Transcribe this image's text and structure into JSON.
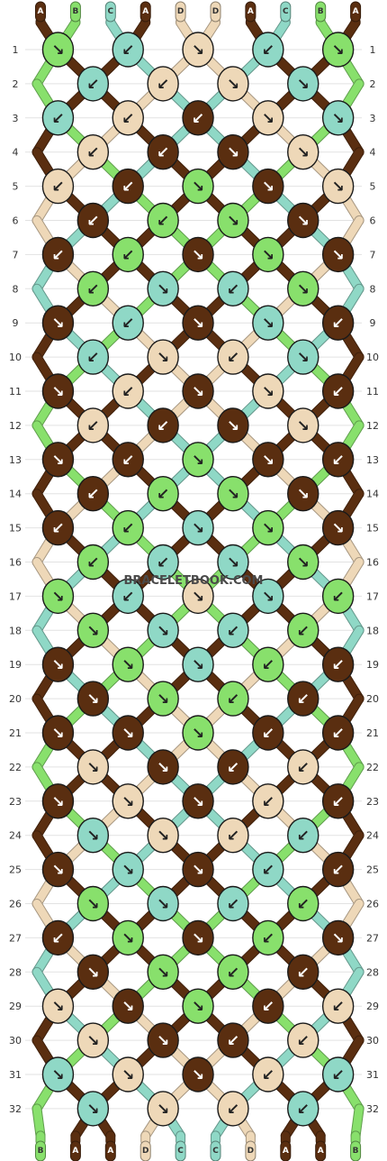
{
  "watermark": "BRACELETBOOK.COM",
  "colors": {
    "A": "#5a2e10",
    "B": "#88e06c",
    "C": "#8fd8c6",
    "D": "#eed8b8"
  },
  "strands": [
    "A",
    "B",
    "C",
    "A",
    "D",
    "D",
    "A",
    "C",
    "B",
    "A"
  ],
  "row_count": 32,
  "knot_rows": [
    {
      "row": 1,
      "knots": [
        {
          "color": "B",
          "dir": "↘"
        },
        {
          "color": "C",
          "dir": "↙"
        },
        {
          "color": "D",
          "dir": "↘"
        },
        {
          "color": "C",
          "dir": "↙"
        },
        {
          "color": "B",
          "dir": "↘"
        }
      ]
    },
    {
      "row": 2,
      "knots": [
        {
          "color": "C",
          "dir": "↙"
        },
        {
          "color": "D",
          "dir": "↙"
        },
        {
          "color": "D",
          "dir": "↘"
        },
        {
          "color": "C",
          "dir": "↘"
        }
      ]
    },
    {
      "row": 3,
      "knots": [
        {
          "color": "C",
          "dir": "↙"
        },
        {
          "color": "D",
          "dir": "↙"
        },
        {
          "color": "A",
          "dir": "↙"
        },
        {
          "color": "D",
          "dir": "↘"
        },
        {
          "color": "C",
          "dir": "↘"
        }
      ]
    },
    {
      "row": 4,
      "knots": [
        {
          "color": "D",
          "dir": "↙"
        },
        {
          "color": "A",
          "dir": "↙"
        },
        {
          "color": "A",
          "dir": "↘"
        },
        {
          "color": "D",
          "dir": "↘"
        }
      ]
    },
    {
      "row": 5,
      "knots": [
        {
          "color": "D",
          "dir": "↙"
        },
        {
          "color": "A",
          "dir": "↙"
        },
        {
          "color": "B",
          "dir": "↘"
        },
        {
          "color": "A",
          "dir": "↘"
        },
        {
          "color": "D",
          "dir": "↘"
        }
      ]
    },
    {
      "row": 6,
      "knots": [
        {
          "color": "A",
          "dir": "↙"
        },
        {
          "color": "B",
          "dir": "↙"
        },
        {
          "color": "B",
          "dir": "↘"
        },
        {
          "color": "A",
          "dir": "↘"
        }
      ]
    },
    {
      "row": 7,
      "knots": [
        {
          "color": "A",
          "dir": "↙"
        },
        {
          "color": "B",
          "dir": "↙"
        },
        {
          "color": "A",
          "dir": "↘"
        },
        {
          "color": "B",
          "dir": "↘"
        },
        {
          "color": "A",
          "dir": "↘"
        }
      ]
    },
    {
      "row": 8,
      "knots": [
        {
          "color": "B",
          "dir": "↙"
        },
        {
          "color": "C",
          "dir": "↘"
        },
        {
          "color": "C",
          "dir": "↙"
        },
        {
          "color": "B",
          "dir": "↘"
        }
      ]
    },
    {
      "row": 9,
      "knots": [
        {
          "color": "A",
          "dir": "↘"
        },
        {
          "color": "C",
          "dir": "↙"
        },
        {
          "color": "A",
          "dir": "↘"
        },
        {
          "color": "C",
          "dir": "↘"
        },
        {
          "color": "A",
          "dir": "↙"
        }
      ]
    },
    {
      "row": 10,
      "knots": [
        {
          "color": "C",
          "dir": "↙"
        },
        {
          "color": "D",
          "dir": "↘"
        },
        {
          "color": "D",
          "dir": "↙"
        },
        {
          "color": "C",
          "dir": "↘"
        }
      ]
    },
    {
      "row": 11,
      "knots": [
        {
          "color": "A",
          "dir": "↘"
        },
        {
          "color": "D",
          "dir": "↙"
        },
        {
          "color": "A",
          "dir": "↘"
        },
        {
          "color": "D",
          "dir": "↘"
        },
        {
          "color": "A",
          "dir": "↙"
        }
      ]
    },
    {
      "row": 12,
      "knots": [
        {
          "color": "D",
          "dir": "↙"
        },
        {
          "color": "A",
          "dir": "↙"
        },
        {
          "color": "A",
          "dir": "↘"
        },
        {
          "color": "D",
          "dir": "↘"
        }
      ]
    },
    {
      "row": 13,
      "knots": [
        {
          "color": "A",
          "dir": "↘"
        },
        {
          "color": "A",
          "dir": "↙"
        },
        {
          "color": "B",
          "dir": "↘"
        },
        {
          "color": "A",
          "dir": "↘"
        },
        {
          "color": "A",
          "dir": "↙"
        }
      ]
    },
    {
      "row": 14,
      "knots": [
        {
          "color": "A",
          "dir": "↙"
        },
        {
          "color": "B",
          "dir": "↙"
        },
        {
          "color": "B",
          "dir": "↘"
        },
        {
          "color": "A",
          "dir": "↘"
        }
      ]
    },
    {
      "row": 15,
      "knots": [
        {
          "color": "A",
          "dir": "↙"
        },
        {
          "color": "B",
          "dir": "↙"
        },
        {
          "color": "C",
          "dir": "↘"
        },
        {
          "color": "B",
          "dir": "↘"
        },
        {
          "color": "A",
          "dir": "↘"
        }
      ]
    },
    {
      "row": 16,
      "knots": [
        {
          "color": "B",
          "dir": "↙"
        },
        {
          "color": "C",
          "dir": "↙"
        },
        {
          "color": "C",
          "dir": "↘"
        },
        {
          "color": "B",
          "dir": "↘"
        }
      ]
    },
    {
      "row": 17,
      "knots": [
        {
          "color": "B",
          "dir": "↘"
        },
        {
          "color": "C",
          "dir": "↙"
        },
        {
          "color": "D",
          "dir": "↘"
        },
        {
          "color": "C",
          "dir": "↘"
        },
        {
          "color": "B",
          "dir": "↙"
        }
      ]
    },
    {
      "row": 18,
      "knots": [
        {
          "color": "B",
          "dir": "↘"
        },
        {
          "color": "C",
          "dir": "↘"
        },
        {
          "color": "C",
          "dir": "↙"
        },
        {
          "color": "B",
          "dir": "↙"
        }
      ]
    },
    {
      "row": 19,
      "knots": [
        {
          "color": "A",
          "dir": "↘"
        },
        {
          "color": "B",
          "dir": "↘"
        },
        {
          "color": "C",
          "dir": "↘"
        },
        {
          "color": "B",
          "dir": "↙"
        },
        {
          "color": "A",
          "dir": "↙"
        }
      ]
    },
    {
      "row": 20,
      "knots": [
        {
          "color": "A",
          "dir": "↘"
        },
        {
          "color": "B",
          "dir": "↘"
        },
        {
          "color": "B",
          "dir": "↙"
        },
        {
          "color": "A",
          "dir": "↙"
        }
      ]
    },
    {
      "row": 21,
      "knots": [
        {
          "color": "A",
          "dir": "↘"
        },
        {
          "color": "A",
          "dir": "↘"
        },
        {
          "color": "B",
          "dir": "↘"
        },
        {
          "color": "A",
          "dir": "↙"
        },
        {
          "color": "A",
          "dir": "↙"
        }
      ]
    },
    {
      "row": 22,
      "knots": [
        {
          "color": "D",
          "dir": "↘"
        },
        {
          "color": "A",
          "dir": "↘"
        },
        {
          "color": "A",
          "dir": "↙"
        },
        {
          "color": "D",
          "dir": "↙"
        }
      ]
    },
    {
      "row": 23,
      "knots": [
        {
          "color": "A",
          "dir": "↘"
        },
        {
          "color": "D",
          "dir": "↘"
        },
        {
          "color": "A",
          "dir": "↘"
        },
        {
          "color": "D",
          "dir": "↙"
        },
        {
          "color": "A",
          "dir": "↙"
        }
      ]
    },
    {
      "row": 24,
      "knots": [
        {
          "color": "C",
          "dir": "↘"
        },
        {
          "color": "D",
          "dir": "↘"
        },
        {
          "color": "D",
          "dir": "↙"
        },
        {
          "color": "C",
          "dir": "↙"
        }
      ]
    },
    {
      "row": 25,
      "knots": [
        {
          "color": "A",
          "dir": "↘"
        },
        {
          "color": "C",
          "dir": "↘"
        },
        {
          "color": "A",
          "dir": "↘"
        },
        {
          "color": "C",
          "dir": "↙"
        },
        {
          "color": "A",
          "dir": "↙"
        }
      ]
    },
    {
      "row": 26,
      "knots": [
        {
          "color": "B",
          "dir": "↘"
        },
        {
          "color": "C",
          "dir": "↘"
        },
        {
          "color": "C",
          "dir": "↙"
        },
        {
          "color": "B",
          "dir": "↙"
        }
      ]
    },
    {
      "row": 27,
      "knots": [
        {
          "color": "A",
          "dir": "↙"
        },
        {
          "color": "B",
          "dir": "↘"
        },
        {
          "color": "A",
          "dir": "↘"
        },
        {
          "color": "B",
          "dir": "↙"
        },
        {
          "color": "A",
          "dir": "↘"
        }
      ]
    },
    {
      "row": 28,
      "knots": [
        {
          "color": "A",
          "dir": "↘"
        },
        {
          "color": "B",
          "dir": "↘"
        },
        {
          "color": "B",
          "dir": "↙"
        },
        {
          "color": "A",
          "dir": "↙"
        }
      ]
    },
    {
      "row": 29,
      "knots": [
        {
          "color": "D",
          "dir": "↘"
        },
        {
          "color": "A",
          "dir": "↘"
        },
        {
          "color": "B",
          "dir": "↘"
        },
        {
          "color": "A",
          "dir": "↙"
        },
        {
          "color": "D",
          "dir": "↙"
        }
      ]
    },
    {
      "row": 30,
      "knots": [
        {
          "color": "D",
          "dir": "↘"
        },
        {
          "color": "A",
          "dir": "↘"
        },
        {
          "color": "A",
          "dir": "↙"
        },
        {
          "color": "D",
          "dir": "↙"
        }
      ]
    },
    {
      "row": 31,
      "knots": [
        {
          "color": "C",
          "dir": "↘"
        },
        {
          "color": "D",
          "dir": "↘"
        },
        {
          "color": "A",
          "dir": "↘"
        },
        {
          "color": "D",
          "dir": "↙"
        },
        {
          "color": "C",
          "dir": "↙"
        }
      ]
    },
    {
      "row": 32,
      "knots": [
        {
          "color": "C",
          "dir": "↘"
        },
        {
          "color": "D",
          "dir": "↘"
        },
        {
          "color": "D",
          "dir": "↙"
        },
        {
          "color": "C",
          "dir": "↙"
        }
      ]
    }
  ]
}
